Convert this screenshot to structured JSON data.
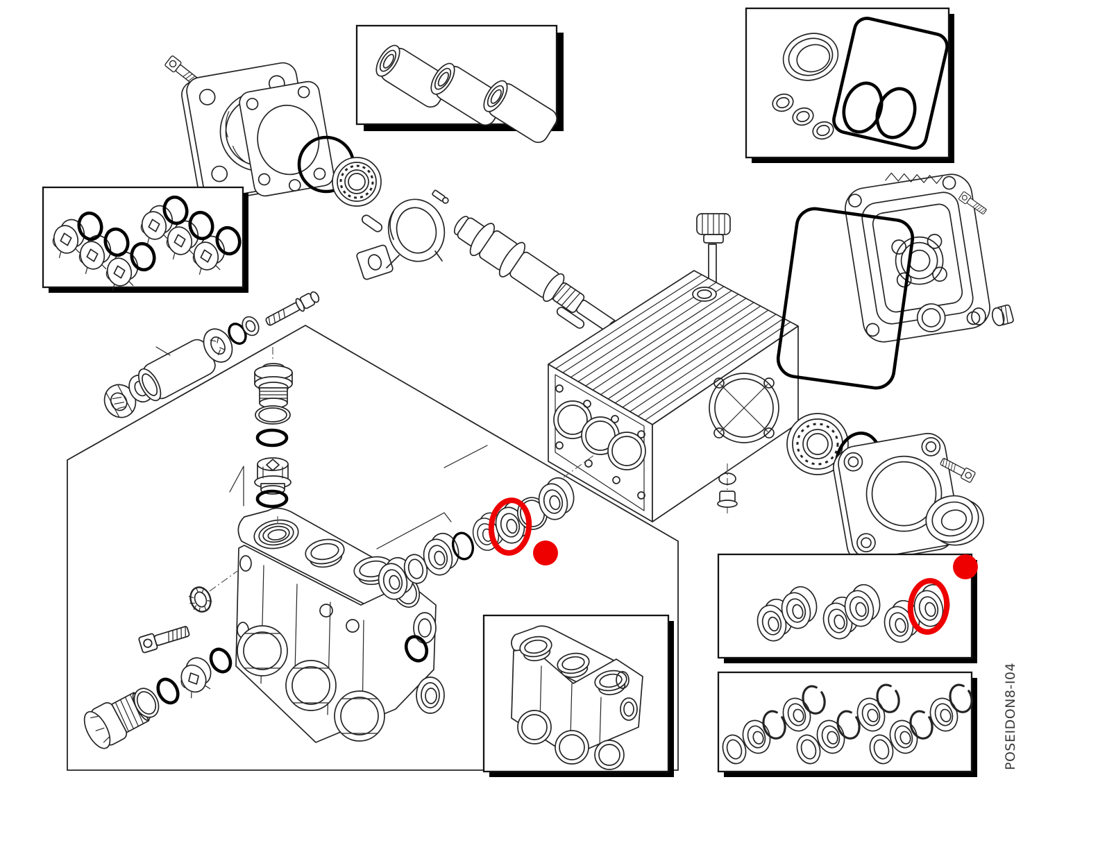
{
  "label": {
    "code": "POSEIDON8-I04"
  },
  "colors": {
    "background": "#ffffff",
    "line": "#242424",
    "heavy_line": "#000000",
    "highlight": "#ee0000",
    "label_text": "#3a3a3a"
  },
  "annotations": {
    "highlights": [
      {
        "type": "circle-marker",
        "part": "plunger-seal-in-seal-stack"
      },
      {
        "type": "dot-marker",
        "part": "plunger-seal-in-seal-stack"
      },
      {
        "type": "circle-marker",
        "part": "gland-seal-in-seal-kit-box"
      },
      {
        "type": "dot-marker",
        "part": "gland-seal-in-seal-kit-box"
      }
    ]
  }
}
